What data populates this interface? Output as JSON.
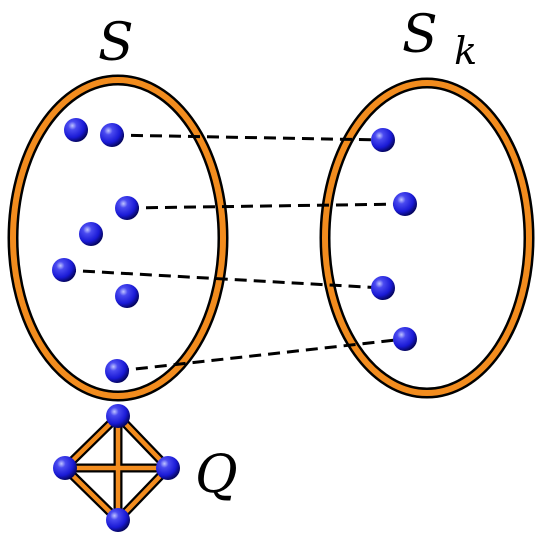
{
  "labels": {
    "set_left": "S",
    "set_right_base": "S",
    "set_right_sub": "k",
    "graph": "Q"
  },
  "colors": {
    "ellipse_fill": "#F28C1E",
    "outline": "#000000",
    "node": "#1A1AD6",
    "dashed_line": "#000000"
  },
  "icons": {
    "node": "blue-sphere"
  }
}
